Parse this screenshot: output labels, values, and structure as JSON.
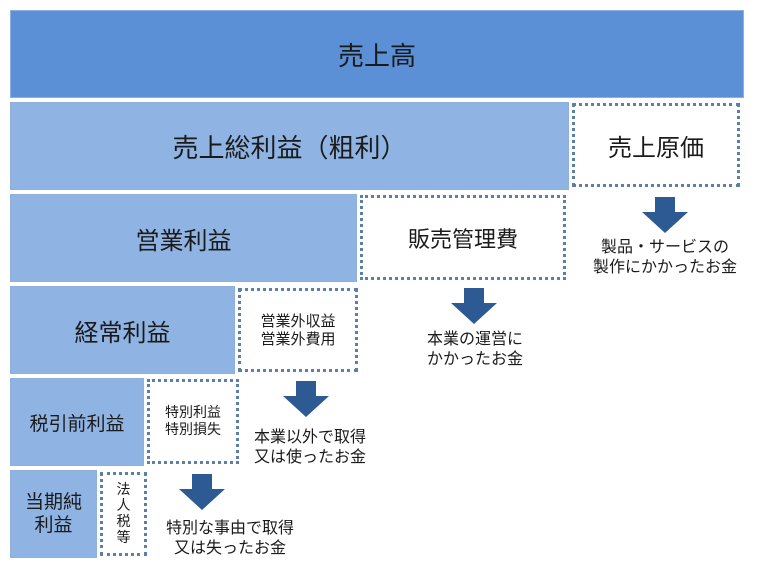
{
  "diagram": {
    "sales": "売上高",
    "gross_profit": "売上総利益（粗利）",
    "cost_of_sales": "売上原価",
    "operating_profit": "営業利益",
    "sga": "販売管理費",
    "ordinary_profit": "経常利益",
    "non_operating": "営業外収益\n営業外費用",
    "pretax_profit": "税引前利益",
    "extraordinary": "特別利益\n特別損失",
    "net_profit": "当期純\n利益",
    "corporate_tax": "法\n人\n税\n等",
    "note_cost_of_sales": "製品・サービスの\n製作にかかったお金",
    "note_sga": "本業の運営に\nかかったお金",
    "note_non_operating": "本業以外で取得\n又は使ったお金",
    "note_extraordinary": "特別な事由で取得\n又は失ったお金"
  },
  "colors": {
    "dark_blue": "#5b8fd6",
    "light_blue": "#8fb4e3",
    "arrow": "#2e5a93",
    "dotted_border": "#5b7fa8"
  }
}
